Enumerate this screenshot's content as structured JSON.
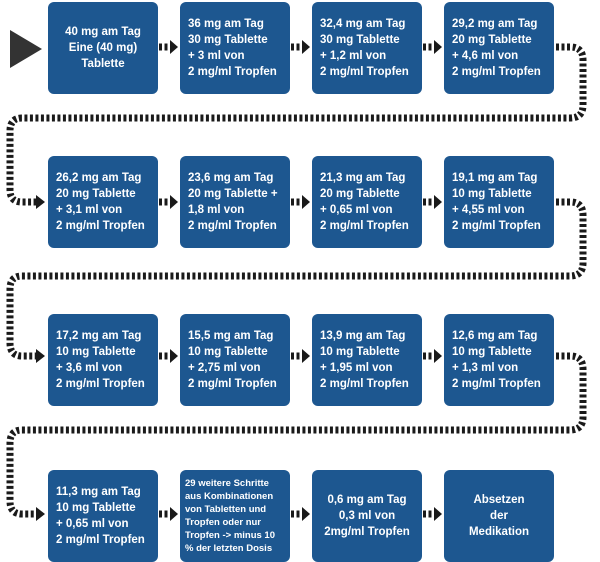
{
  "colors": {
    "box": "#1d5790",
    "text": "#ffffff",
    "connector": "#1a1a1a"
  },
  "steps": [
    [
      "40 mg am Tag",
      "Eine (40 mg)",
      "Tablette"
    ],
    [
      "36 mg am Tag",
      "30 mg Tablette",
      "+ 3 ml von",
      "2 mg/ml Tropfen"
    ],
    [
      "32,4 mg am Tag",
      "30 mg Tablette",
      "+ 1,2 ml von",
      "2 mg/ml Tropfen"
    ],
    [
      "29,2 mg am Tag",
      "20 mg Tablette",
      "+ 4,6 ml von",
      "2 mg/ml Tropfen"
    ],
    [
      "26,2 mg am Tag",
      "20 mg Tablette",
      "+ 3,1 ml von",
      "2 mg/ml Tropfen"
    ],
    [
      "23,6 mg am Tag",
      "20 mg Tablette +",
      "1,8 ml von",
      "2 mg/ml Tropfen"
    ],
    [
      "21,3 mg am Tag",
      "20 mg Tablette",
      "+ 0,65 ml von",
      "2 mg/ml Tropfen"
    ],
    [
      "19,1 mg am Tag",
      "10 mg Tablette",
      "+ 4,55 ml von",
      "2 mg/ml Tropfen"
    ],
    [
      "17,2 mg am Tag",
      "10 mg Tablette",
      "+ 3,6 ml von",
      "2 mg/ml Tropfen"
    ],
    [
      "15,5 mg am Tag",
      "10 mg Tablette",
      "+ 2,75 ml von",
      "2 mg/ml Tropfen"
    ],
    [
      "13,9 mg am Tag",
      "10 mg Tablette",
      "+ 1,95 ml von",
      "2 mg/ml Tropfen"
    ],
    [
      "12,6 mg am Tag",
      "10 mg Tablette",
      "+ 1,3 ml von",
      "2 mg/ml Tropfen"
    ],
    [
      "11,3 mg am Tag",
      "10 mg Tablette",
      "+ 0,65 ml von",
      "2 mg/ml Tropfen"
    ],
    [
      "29 weitere Schritte",
      "aus Kombinationen",
      "von Tabletten und",
      "Tropfen oder nur",
      "Tropfen -> minus 10",
      "% der letzten Dosis"
    ],
    [
      "0,6 mg am Tag",
      "0,3 ml von",
      "2mg/ml Tropfen"
    ],
    [
      "Absetzen",
      "der",
      "Medikation"
    ]
  ]
}
